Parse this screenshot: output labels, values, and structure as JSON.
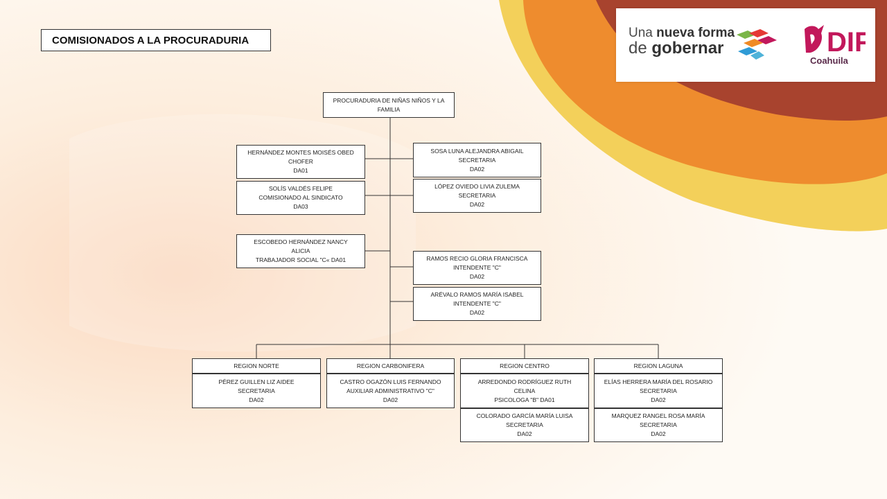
{
  "slide": {
    "title": "COMISIONADOS A LA PROCURADURIA"
  },
  "logo": {
    "line1_a": "Una ",
    "line1_b": "nueva forma",
    "line2_a": "de ",
    "line2_b": "gobernar",
    "dif_name": "DIF",
    "dif_state": "Coahuila",
    "colors": {
      "orange": "#f08a24",
      "green": "#7ab648",
      "blue": "#2f9bd6",
      "magenta": "#c2185b",
      "red": "#e53935"
    }
  },
  "org": {
    "root": {
      "line1": "PROCURADURIA DE NIÑAS NIÑOS Y LA",
      "line2": "FAMILIA"
    },
    "left": [
      {
        "lines": [
          "HERNÁNDEZ MONTES MOISÉS OBED",
          "CHOFER",
          "DA01"
        ]
      },
      {
        "lines": [
          "SOLÍS VALDÉS FELIPE",
          "COMISIONADO AL SINDICATO",
          "DA03"
        ]
      },
      {
        "lines": [
          "ESCOBEDO HERNÁNDEZ NANCY",
          "ALICIA",
          "TRABAJADOR SOCIAL \"C« DA01"
        ]
      }
    ],
    "right": [
      {
        "lines": [
          "SOSA LUNA ALEJANDRA ABIGAIL",
          "SECRETARIA",
          "DA02"
        ]
      },
      {
        "lines": [
          "LÓPEZ OVIEDO LIVIA ZULEMA",
          "SECRETARIA",
          "DA02"
        ]
      },
      {
        "lines": [
          "RAMOS RECIO GLORIA FRANCISCA",
          "INTENDENTE \"C\"",
          "DA02"
        ]
      },
      {
        "lines": [
          "ARÉVALO RAMOS MARÍA ISABEL",
          "INTENDENTE \"C\"",
          "DA02"
        ]
      }
    ],
    "regions": [
      {
        "name": "REGION NORTE",
        "staff": [
          {
            "lines": [
              "PÉREZ GUILLEN LIZ AIDEE",
              "SECRETARIA",
              "DA02"
            ]
          }
        ]
      },
      {
        "name": "REGION CARBONIFERA",
        "staff": [
          {
            "lines": [
              "CASTRO OGAZÓN LUIS FERNANDO",
              "AUXILIAR ADMINISTRATIVO \"C\"",
              "DA02"
            ]
          }
        ]
      },
      {
        "name": "REGION CENTRO",
        "staff": [
          {
            "lines": [
              "ARREDONDO RODRÍGUEZ RUTH",
              "CELINA",
              "PSICOLOGA \"B\"  DA01"
            ]
          },
          {
            "lines": [
              "COLORADO GARCÍA MARÍA LUISA",
              "SECRETARIA",
              "DA02"
            ]
          }
        ]
      },
      {
        "name": "REGION LAGUNA",
        "staff": [
          {
            "lines": [
              "ELÍAS HERRERA MARÍA DEL ROSARIO",
              "SECRETARIA",
              "DA02"
            ]
          },
          {
            "lines": [
              "MARQUEZ RANGEL ROSA MARÍA",
              "SECRETARIA",
              "DA02"
            ]
          }
        ]
      }
    ]
  }
}
